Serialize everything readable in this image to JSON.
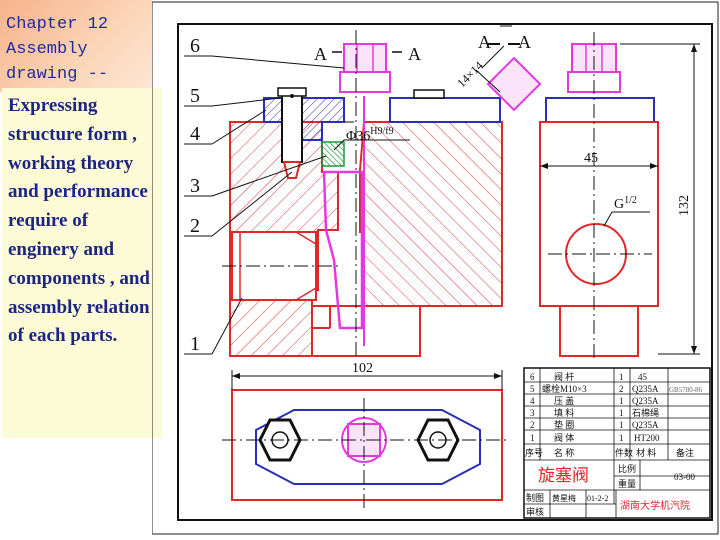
{
  "slide": {
    "title": "Chapter 12\nAssembly\ndrawing --",
    "description": "Expressing structure form , working theory and performance require of enginery and components , and assembly relation of each parts."
  },
  "drawing": {
    "part_labels": [
      "1",
      "2",
      "3",
      "4",
      "5",
      "6"
    ],
    "section_labels": [
      "A",
      "A",
      "A",
      "A"
    ],
    "fit_label": "Φ36",
    "fit_tolerance": "H9/f9",
    "thread_label": "G",
    "thread_size": "1/2",
    "dims": {
      "d45": "45",
      "d132": "132",
      "d102": "102",
      "d14": "14×14"
    }
  },
  "title_block": {
    "headers": {
      "num": "序号",
      "name": "名    称",
      "qty": "件数",
      "material": "材 料",
      "note": "备注"
    },
    "rows": [
      {
        "num": "6",
        "name": "阀    杆",
        "qty": "1",
        "material": "45",
        "note": ""
      },
      {
        "num": "5",
        "name": "螺栓M10×3",
        "qty": "2",
        "material": "Q235A",
        "note": "GB5780-86"
      },
      {
        "num": "4",
        "name": "压    盖",
        "qty": "1",
        "material": "Q235A",
        "note": ""
      },
      {
        "num": "3",
        "name": "填    料",
        "qty": "1",
        "material": "石棉绳",
        "note": ""
      },
      {
        "num": "2",
        "name": "垫    圈",
        "qty": "1",
        "material": "Q235A",
        "note": ""
      },
      {
        "num": "1",
        "name": "阀    体",
        "qty": "1",
        "material": "HT200",
        "note": ""
      }
    ],
    "assembly_name": "旋塞阀",
    "scale_label": "比例",
    "weight_label": "重量",
    "drawing_number": "03-00",
    "drawn_label": "制图",
    "drawn_by": "黄星梅",
    "date": "01-2-2",
    "checked_label": "审核",
    "organization": "湖南大学机汽院"
  }
}
